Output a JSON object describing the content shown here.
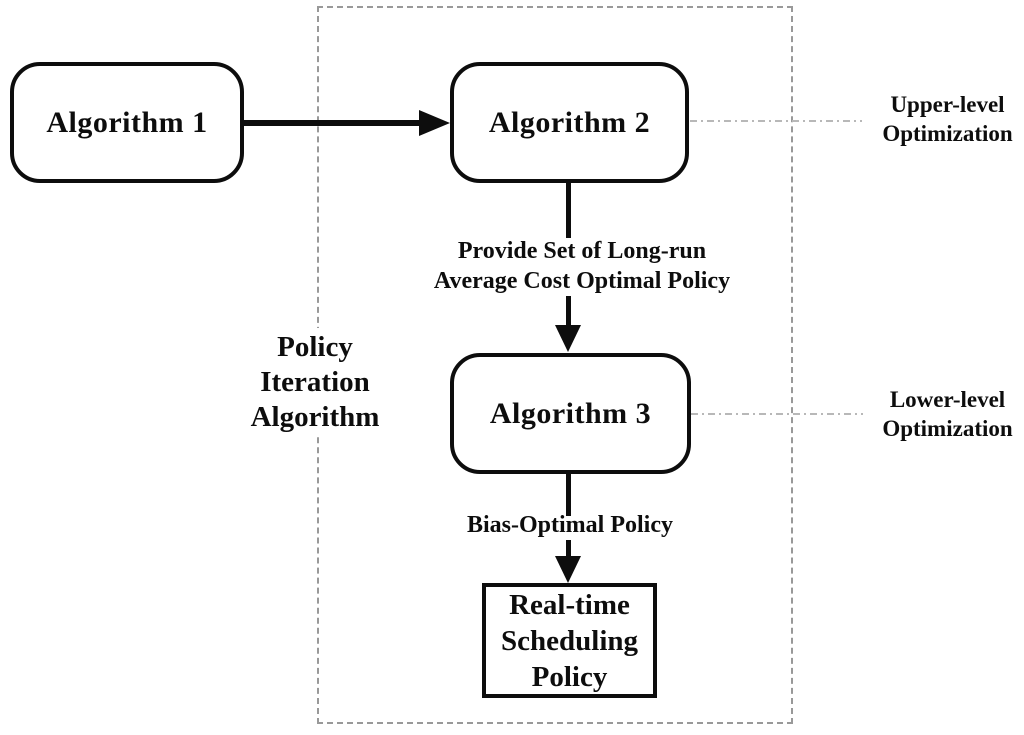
{
  "nodes": {
    "algorithm1": {
      "label": "Algorithm 1"
    },
    "algorithm2": {
      "label": "Algorithm 2"
    },
    "algorithm3": {
      "label": "Algorithm 3"
    },
    "realtime": {
      "line1": "Real-time",
      "line2": "Scheduling",
      "line3": "Policy"
    }
  },
  "edge_labels": {
    "provide_set": {
      "line1": "Provide Set of Long-run",
      "line2": "Average Cost Optimal Policy"
    },
    "bias_optimal": "Bias-Optimal Policy"
  },
  "annotations": {
    "policy_iteration": {
      "line1": "Policy",
      "line2": "Iteration",
      "line3": "Algorithm"
    },
    "upper_level": {
      "line1": "Upper-level",
      "line2": "Optimization"
    },
    "lower_level": {
      "line1": "Lower-level",
      "line2": "Optimization"
    }
  },
  "colors": {
    "node_border": "#0d0d0d",
    "arrow": "#0d0d0d",
    "text": "#0d0d0d",
    "dashed_boundary": "#999999",
    "annotation_link_line": "#b8b8b8",
    "background": "#ffffff"
  }
}
